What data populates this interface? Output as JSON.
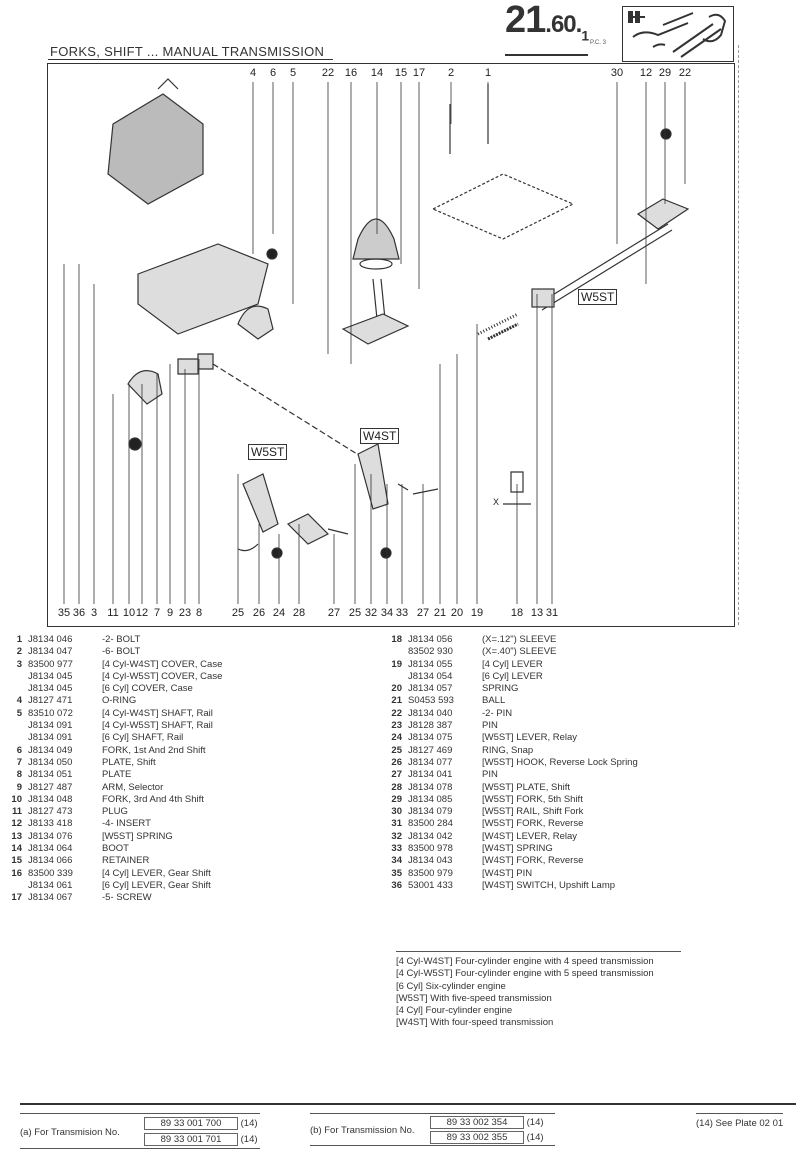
{
  "header": {
    "plate_main": "21",
    "plate_sub": ".60.",
    "plate_index": "1",
    "pc": "P.C. 3",
    "title": "FORKS, SHIFT ... MANUAL TRANSMISSION"
  },
  "diagram": {
    "top_callouts": [
      "4",
      "6",
      "5",
      "22",
      "16",
      "14",
      "15",
      "17",
      "2",
      "1",
      "30",
      "12",
      "29",
      "22"
    ],
    "bottom_callouts": [
      "35",
      "36",
      "3",
      "11",
      "10",
      "12",
      "7",
      "9",
      "23",
      "8",
      "25",
      "26",
      "24",
      "28",
      "27",
      "25",
      "32",
      "34",
      "33",
      "27",
      "21",
      "20",
      "19",
      "18",
      "13",
      "31"
    ],
    "labels": {
      "w5st_right": "W5ST",
      "w5st_left": "W5ST",
      "w4st": "W4ST",
      "x": "X"
    }
  },
  "parts_left": [
    {
      "ref": "1",
      "pn": "J8134 046",
      "desc": "-2- BOLT"
    },
    {
      "ref": "2",
      "pn": "J8134 047",
      "desc": "-6- BOLT"
    },
    {
      "ref": "3",
      "pn": "83500 977",
      "desc": "[4 Cyl-W4ST]  COVER, Case"
    },
    {
      "ref": "",
      "pn": "J8134 045",
      "desc": "[4 Cyl-W5ST]  COVER, Case"
    },
    {
      "ref": "",
      "pn": "J8134 045",
      "desc": "[6 Cyl]  COVER, Case"
    },
    {
      "ref": "4",
      "pn": "J8127 471",
      "desc": "O-RING"
    },
    {
      "ref": "5",
      "pn": "83510 072",
      "desc": "[4 Cyl-W4ST]  SHAFT, Rail"
    },
    {
      "ref": "",
      "pn": "J8134 091",
      "desc": "[4 Cyl-W5ST]  SHAFT, Rail"
    },
    {
      "ref": "",
      "pn": "J8134 091",
      "desc": "[6 Cyl]  SHAFT, Rail"
    },
    {
      "ref": "6",
      "pn": "J8134 049",
      "desc": "FORK, 1st And 2nd Shift"
    },
    {
      "ref": "7",
      "pn": "J8134 050",
      "desc": "PLATE, Shift"
    },
    {
      "ref": "8",
      "pn": "J8134 051",
      "desc": "PLATE"
    },
    {
      "ref": "9",
      "pn": "J8127 487",
      "desc": "ARM, Selector"
    },
    {
      "ref": "10",
      "pn": "J8134 048",
      "desc": "FORK, 3rd And 4th Shift"
    },
    {
      "ref": "11",
      "pn": "J8127 473",
      "desc": "PLUG"
    },
    {
      "ref": "12",
      "pn": "J8133 418",
      "desc": "-4- INSERT"
    },
    {
      "ref": "13",
      "pn": "J8134 076",
      "desc": "[W5ST]  SPRING"
    },
    {
      "ref": "14",
      "pn": "J8134 064",
      "desc": "BOOT"
    },
    {
      "ref": "15",
      "pn": "J8134 066",
      "desc": "RETAINER"
    },
    {
      "ref": "16",
      "pn": "83500 339",
      "desc": "[4 Cyl]  LEVER, Gear Shift"
    },
    {
      "ref": "",
      "pn": "J8134 061",
      "desc": "[6 Cyl]  LEVER, Gear Shift"
    },
    {
      "ref": "17",
      "pn": "J8134 067",
      "desc": "-5- SCREW"
    }
  ],
  "parts_right": [
    {
      "ref": "18",
      "pn": "J8134 056",
      "desc": "(X=.12\")  SLEEVE"
    },
    {
      "ref": "",
      "pn": "83502 930",
      "desc": "(X=.40\")  SLEEVE"
    },
    {
      "ref": "19",
      "pn": "J8134 055",
      "desc": "[4 Cyl]  LEVER"
    },
    {
      "ref": "",
      "pn": "J8134 054",
      "desc": "[6 Cyl]  LEVER"
    },
    {
      "ref": "20",
      "pn": "J8134 057",
      "desc": "SPRING"
    },
    {
      "ref": "21",
      "pn": "S0453 593",
      "desc": "BALL"
    },
    {
      "ref": "22",
      "pn": "J8134 040",
      "desc": "-2- PIN"
    },
    {
      "ref": "23",
      "pn": "J8128 387",
      "desc": "PIN"
    },
    {
      "ref": "24",
      "pn": "J8134 075",
      "desc": "[W5ST]  LEVER, Relay"
    },
    {
      "ref": "25",
      "pn": "J8127 469",
      "desc": "RING, Snap"
    },
    {
      "ref": "26",
      "pn": "J8134 077",
      "desc": "[W5ST]  HOOK, Reverse Lock Spring"
    },
    {
      "ref": "27",
      "pn": "J8134 041",
      "desc": "PIN"
    },
    {
      "ref": "28",
      "pn": "J8134 078",
      "desc": "[W5ST]  PLATE, Shift"
    },
    {
      "ref": "29",
      "pn": "J8134 085",
      "desc": "[W5ST]  FORK, 5th Shift"
    },
    {
      "ref": "30",
      "pn": "J8134 079",
      "desc": "[W5ST]  RAIL, Shift Fork"
    },
    {
      "ref": "31",
      "pn": "83500 284",
      "desc": "[W5ST]  FORK, Reverse"
    },
    {
      "ref": "32",
      "pn": "J8134 042",
      "desc": "[W4ST]  LEVER, Relay"
    },
    {
      "ref": "33",
      "pn": "83500 978",
      "desc": "[W4ST]  SPRING"
    },
    {
      "ref": "34",
      "pn": "J8134 043",
      "desc": "[W4ST]  FORK, Reverse"
    },
    {
      "ref": "35",
      "pn": "83500 979",
      "desc": "[W4ST]  PIN"
    },
    {
      "ref": "36",
      "pn": "53001 433",
      "desc": "[W4ST]  SWITCH, Upshift Lamp"
    }
  ],
  "legend": [
    "[4 Cyl-W4ST] Four-cylinder engine with 4 speed transmission",
    "[4 Cyl-W5ST] Four-cylinder engine with 5 speed transmission",
    "[6 Cyl] Six-cylinder engine",
    "[W5ST] With five-speed transmission",
    "[4 Cyl] Four-cylinder engine",
    "[W4ST] With four-speed transmission"
  ],
  "footer": {
    "a_label": "(a) For Transmision No.",
    "a_numbers": [
      "89 33 001 700",
      "89 33 001 701"
    ],
    "b_label": "(b) For Transmission No.",
    "b_numbers": [
      "89 33 002 354",
      "89 33 002 355"
    ],
    "note_ref": "(14)",
    "see_plate": "(14) See Plate 02 01"
  }
}
